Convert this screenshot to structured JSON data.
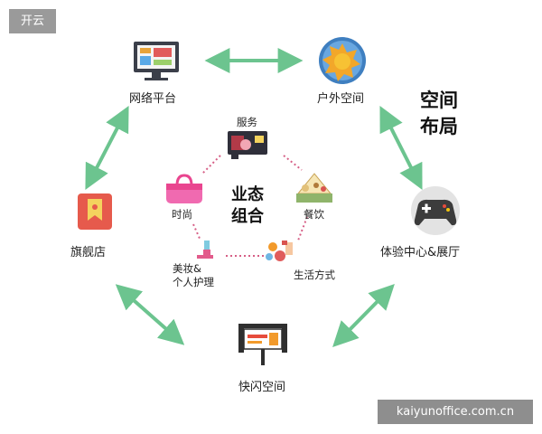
{
  "corner_badge": "开云",
  "watermark": "kaiyunoffice.com.cn",
  "title": {
    "line1": "空间",
    "line2": "布局"
  },
  "center": {
    "line1": "业态",
    "line2": "组合"
  },
  "outer_nodes": {
    "online": "网络平台",
    "outdoor": "户外空间",
    "experience": "体验中心&展厅",
    "popup": "快闪空间",
    "flagship": "旗舰店"
  },
  "inner_nodes": {
    "service": "服务",
    "fashion": "时尚",
    "dining": "餐饮",
    "beauty_line1": "美妆&",
    "beauty_line2": "个人护理",
    "lifestyle": "生活方式"
  },
  "colors": {
    "arrow_green": "#6cc48f",
    "dotted_pink": "#d65f86",
    "accent_orange": "#f29a2b"
  }
}
